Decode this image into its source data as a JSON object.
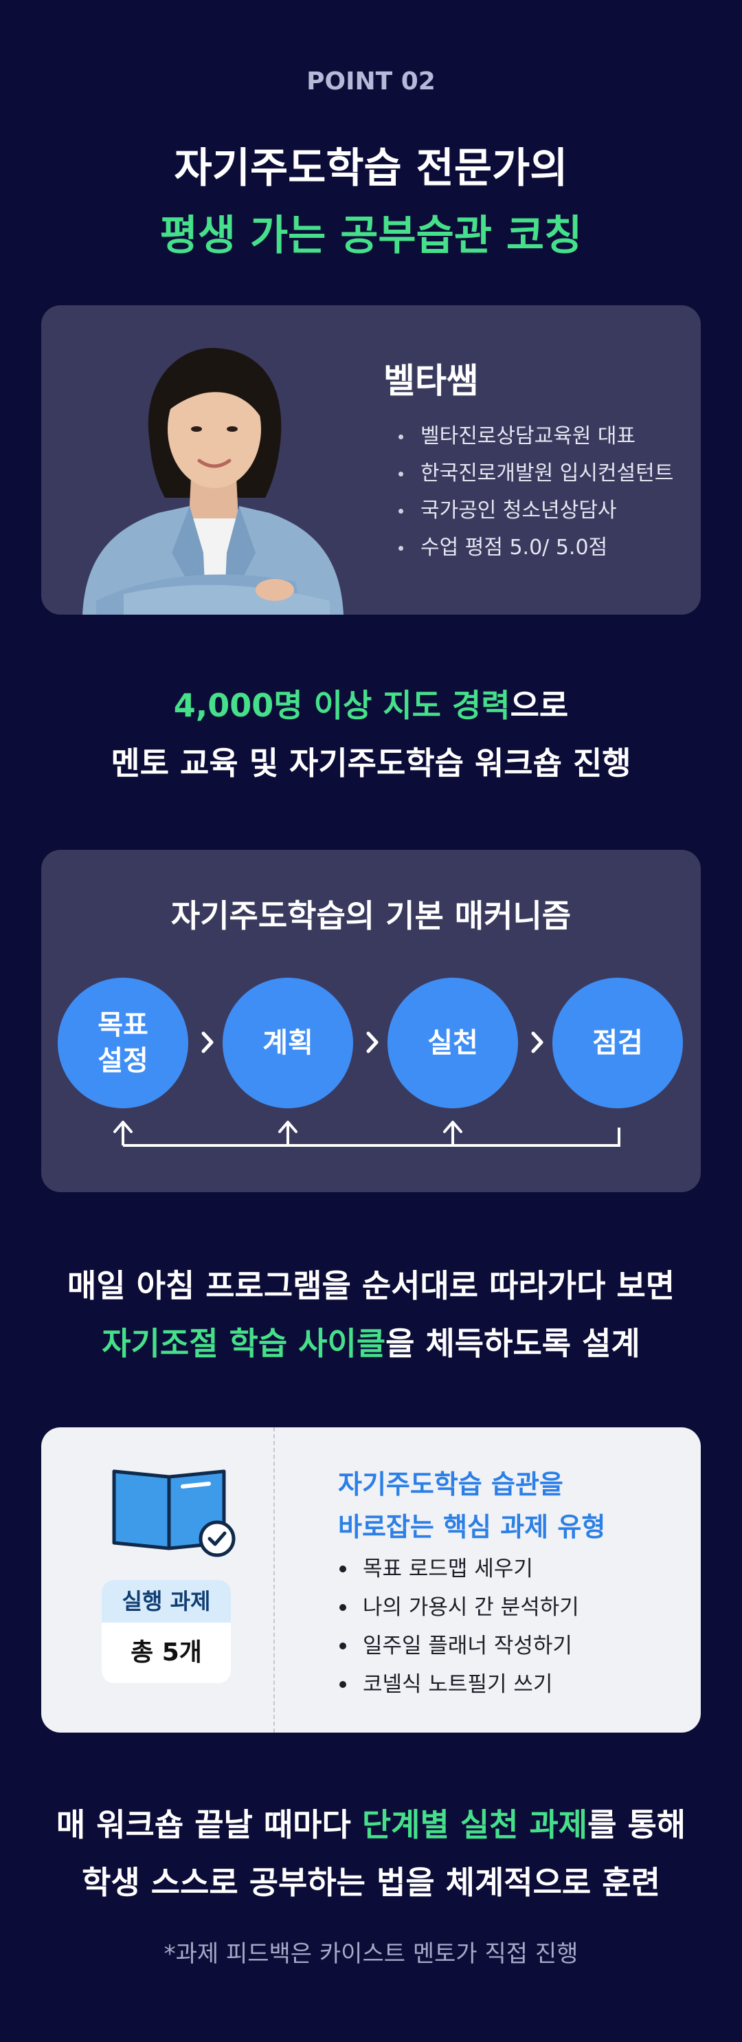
{
  "point_label": "POINT 02",
  "headline": {
    "line1": "자기주도학습 전문가의",
    "line2": "평생 가는 공부습관 코칭"
  },
  "profile": {
    "name": "벨타쌤",
    "credentials": [
      "벨타진로상담교육원 대표",
      "한국진로개발원 입시컨설턴트",
      "국가공인 청소년상담사",
      "수업 평점 5.0/ 5.0점"
    ]
  },
  "experience": {
    "highlight": "4,000명 이상 지도 경력",
    "suffix": "으로",
    "line2": "멘토 교육 및 자기주도학습 워크숍 진행"
  },
  "mechanism": {
    "title": "자기주도학습의 기본 매커니즘",
    "steps": [
      {
        "line1": "목표",
        "line2": "설정"
      },
      {
        "line1": "계획",
        "line2": ""
      },
      {
        "line1": "실천",
        "line2": ""
      },
      {
        "line1": "점검",
        "line2": ""
      }
    ]
  },
  "program": {
    "line1": "매일 아침 프로그램을 순서대로 따라가다 보면",
    "highlight": "자기조절 학습 사이클",
    "suffix": "을 체득하도록 설계"
  },
  "tasks": {
    "badge_top": "실행 과제",
    "badge_bottom": "총 5개",
    "title_line1": "자기주도학습 습관을",
    "title_line2": "바로잡는 핵심 과제 유형",
    "items": [
      "목표 로드맵 세우기",
      "나의 가용시 간 분석하기",
      "일주일 플래너 작성하기",
      "코넬식 노트필기 쓰기"
    ]
  },
  "closing": {
    "prefix": "매 워크숍 끝날 때마다 ",
    "highlight": "단계별 실천 과제",
    "suffix": "를 통해",
    "line2": "학생 스스로 공부하는 법을 체계적으로 훈련"
  },
  "footnote": "*과제 피드백은 카이스트 멘토가 직접 진행",
  "colors": {
    "background": "#0c0c38",
    "card": "#3a3a5e",
    "accent_green": "#46e08a",
    "step_blue": "#3f8ef5",
    "task_title_blue": "#2b7fe6"
  }
}
